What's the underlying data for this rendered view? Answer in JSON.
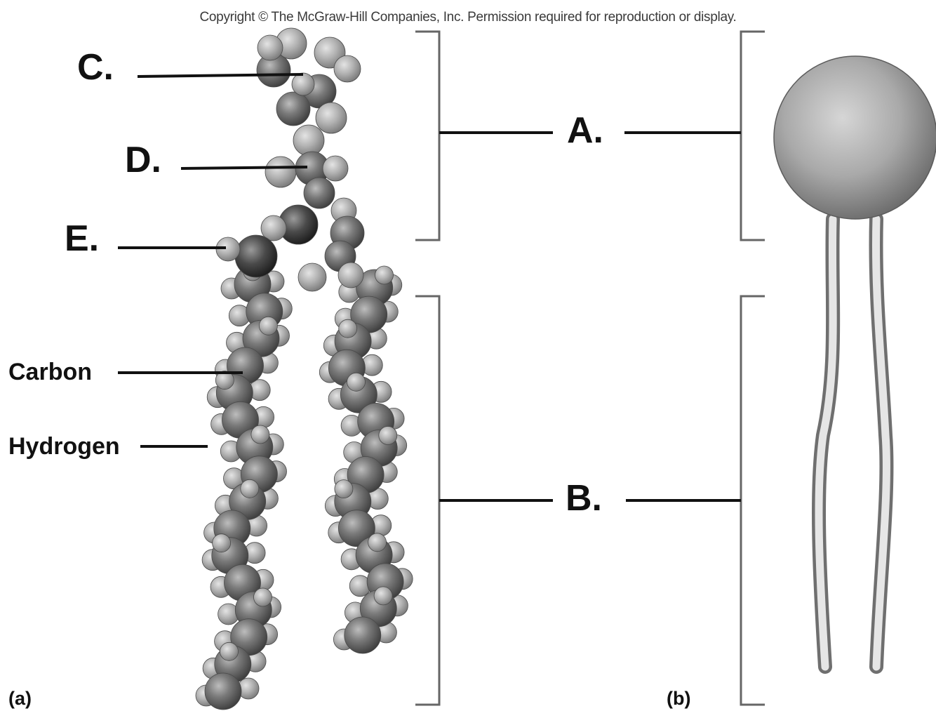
{
  "copyright": "Copyright © The McGraw-Hill Companies, Inc. Permission required for reproduction or display.",
  "labels": {
    "A": "A.",
    "B": "B.",
    "C": "C.",
    "D": "D.",
    "E": "E.",
    "carbon": "Carbon",
    "hydrogen": "Hydrogen",
    "panel_a": "(a)",
    "panel_b": "(b)"
  }
}
